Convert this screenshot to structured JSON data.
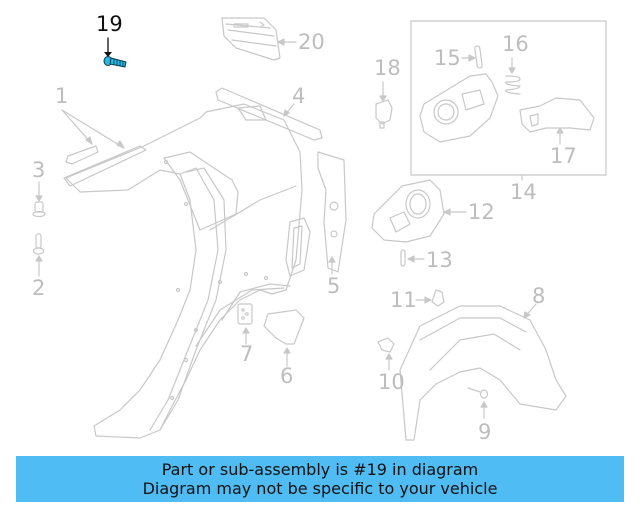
{
  "diagram": {
    "highlighted_part": "19",
    "highlight_color": "#2bb6e8",
    "line_color": "#c8c8c8",
    "callouts": [
      {
        "num": "1",
        "label": "1"
      },
      {
        "num": "2",
        "label": "2"
      },
      {
        "num": "3",
        "label": "3"
      },
      {
        "num": "4",
        "label": "4"
      },
      {
        "num": "5",
        "label": "5"
      },
      {
        "num": "6",
        "label": "6"
      },
      {
        "num": "7",
        "label": "7"
      },
      {
        "num": "8",
        "label": "8"
      },
      {
        "num": "9",
        "label": "9"
      },
      {
        "num": "10",
        "label": "10"
      },
      {
        "num": "11",
        "label": "11"
      },
      {
        "num": "12",
        "label": "12"
      },
      {
        "num": "13",
        "label": "13"
      },
      {
        "num": "14",
        "label": "14"
      },
      {
        "num": "15",
        "label": "15"
      },
      {
        "num": "16",
        "label": "16"
      },
      {
        "num": "17",
        "label": "17"
      },
      {
        "num": "18",
        "label": "18"
      },
      {
        "num": "19",
        "label": "19"
      },
      {
        "num": "20",
        "label": "20"
      }
    ]
  },
  "banner": {
    "line1": "Part or sub-assembly is #19 in diagram",
    "line2": "Diagram may not be specific to your vehicle",
    "background": "#4fbcf4"
  }
}
